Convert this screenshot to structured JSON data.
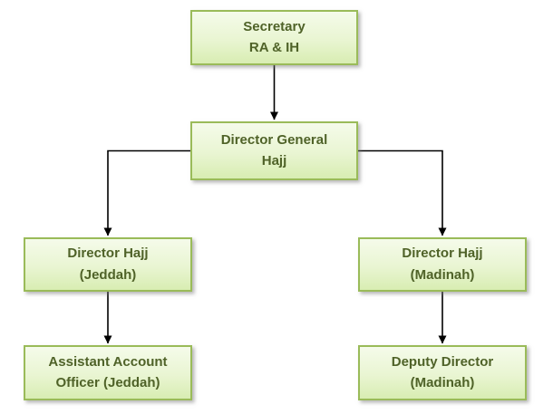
{
  "org_chart": {
    "nodes": {
      "secretary": {
        "line1": "Secretary",
        "line2": "RA & IH"
      },
      "director_general": {
        "line1": "Director General",
        "line2": "Hajj"
      },
      "director_jeddah": {
        "line1": "Director Hajj",
        "line2": "(Jeddah)"
      },
      "director_madinah": {
        "line1": "Director Hajj",
        "line2": "(Madinah)"
      },
      "assistant_account": {
        "line1": "Assistant Account",
        "line2": "Officer (Jeddah)"
      },
      "deputy_director": {
        "line1": "Deputy Director",
        "line2": "(Madinah)"
      }
    },
    "edges": [
      {
        "from": "secretary",
        "to": "director_general"
      },
      {
        "from": "director_general",
        "to": "director_jeddah"
      },
      {
        "from": "director_general",
        "to": "director_madinah"
      },
      {
        "from": "director_jeddah",
        "to": "assistant_account"
      },
      {
        "from": "director_madinah",
        "to": "deputy_director"
      }
    ],
    "colors": {
      "box_border": "#9abb59",
      "box_fill_top": "#f5fbea",
      "box_fill_bottom": "#d8edb2",
      "text": "#4f6228",
      "connector": "#000000",
      "background": "#ffffff"
    }
  }
}
